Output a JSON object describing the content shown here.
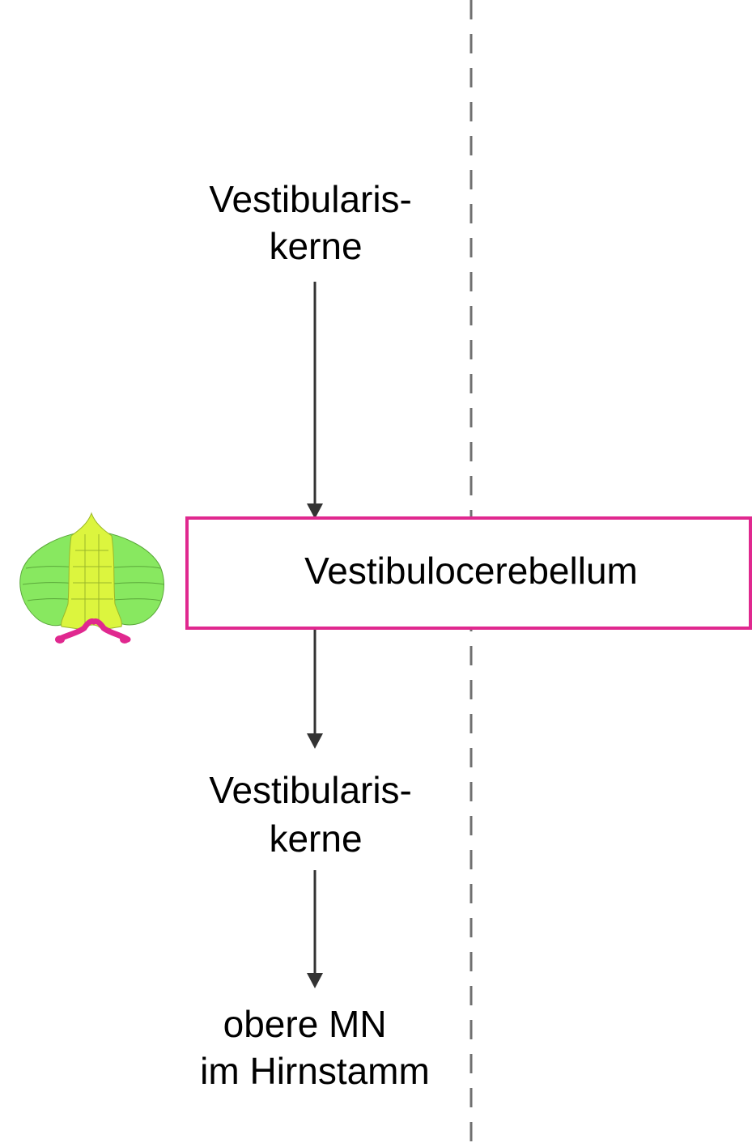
{
  "nodes": {
    "top_nuclei": {
      "line1": "Vestibularis-",
      "line2": "kerne"
    },
    "cerebellum_box": {
      "label": "Vestibulocerebellum"
    },
    "bottom_nuclei": {
      "line1": "Vestibularis-",
      "line2": "kerne"
    },
    "motor_neurons": {
      "line1": "obere MN",
      "line2": "im Hirnstamm"
    }
  },
  "icons": {
    "cerebellum": "cerebellum-icon"
  },
  "colors": {
    "box_border": "#e0288f",
    "arrow": "#333333",
    "midline": "#707070",
    "cerebellum_hemisphere": "#88e860",
    "cerebellum_vermis": "#dcf53e",
    "flocculus": "#e0288f",
    "text": "#000000"
  }
}
